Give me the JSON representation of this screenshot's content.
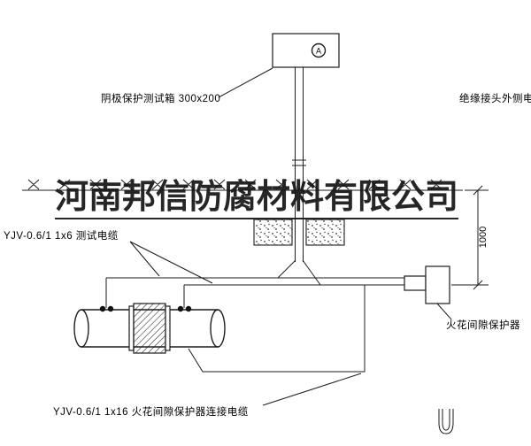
{
  "drawing": {
    "watermark": "河南邦信防腐材料有限公司",
    "labels": {
      "test_box": "阴极保护测试箱 300x200",
      "insulated_joint_outer_cable": "绝缘接头外侧电缆",
      "test_cable": "YJV-0.6/1 1x6 测试电缆",
      "spark_gap_protector": "火花间隙保护器",
      "connection_cable": "YJV-0.6/1 1x16 火花间隙保护器连接电缆",
      "depth_dimension": "1000",
      "meter": "A"
    }
  }
}
